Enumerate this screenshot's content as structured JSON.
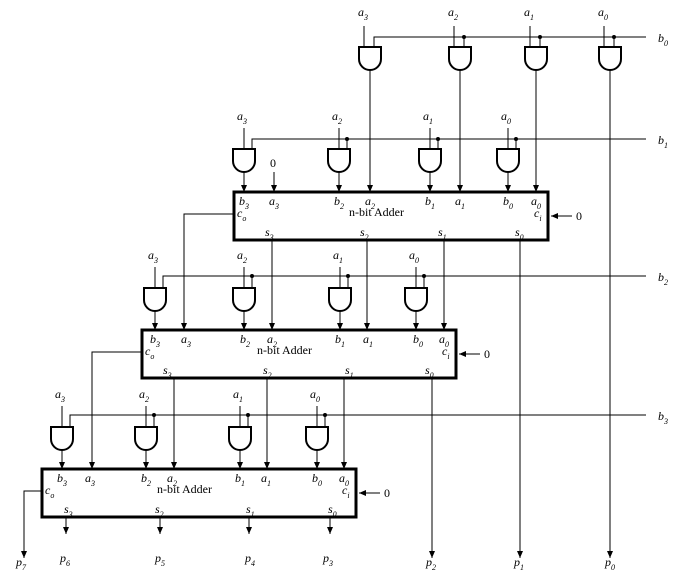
{
  "adder_label": "n-bit Adder",
  "zero": "0",
  "bit_var": "b",
  "a_var": "a",
  "s_var": "s",
  "p_var": "p",
  "carry_out": {
    "base": "c",
    "sub": "o"
  },
  "carry_in": {
    "base": "c",
    "sub": "i"
  },
  "a_indices": [
    "3",
    "2",
    "1",
    "0"
  ],
  "b_indices": [
    "0",
    "1",
    "2",
    "3"
  ],
  "adder_port_indices": [
    "3",
    "2",
    "1",
    "0"
  ],
  "product_indices": [
    "7",
    "6",
    "5",
    "4",
    "3",
    "2",
    "1",
    "0"
  ]
}
